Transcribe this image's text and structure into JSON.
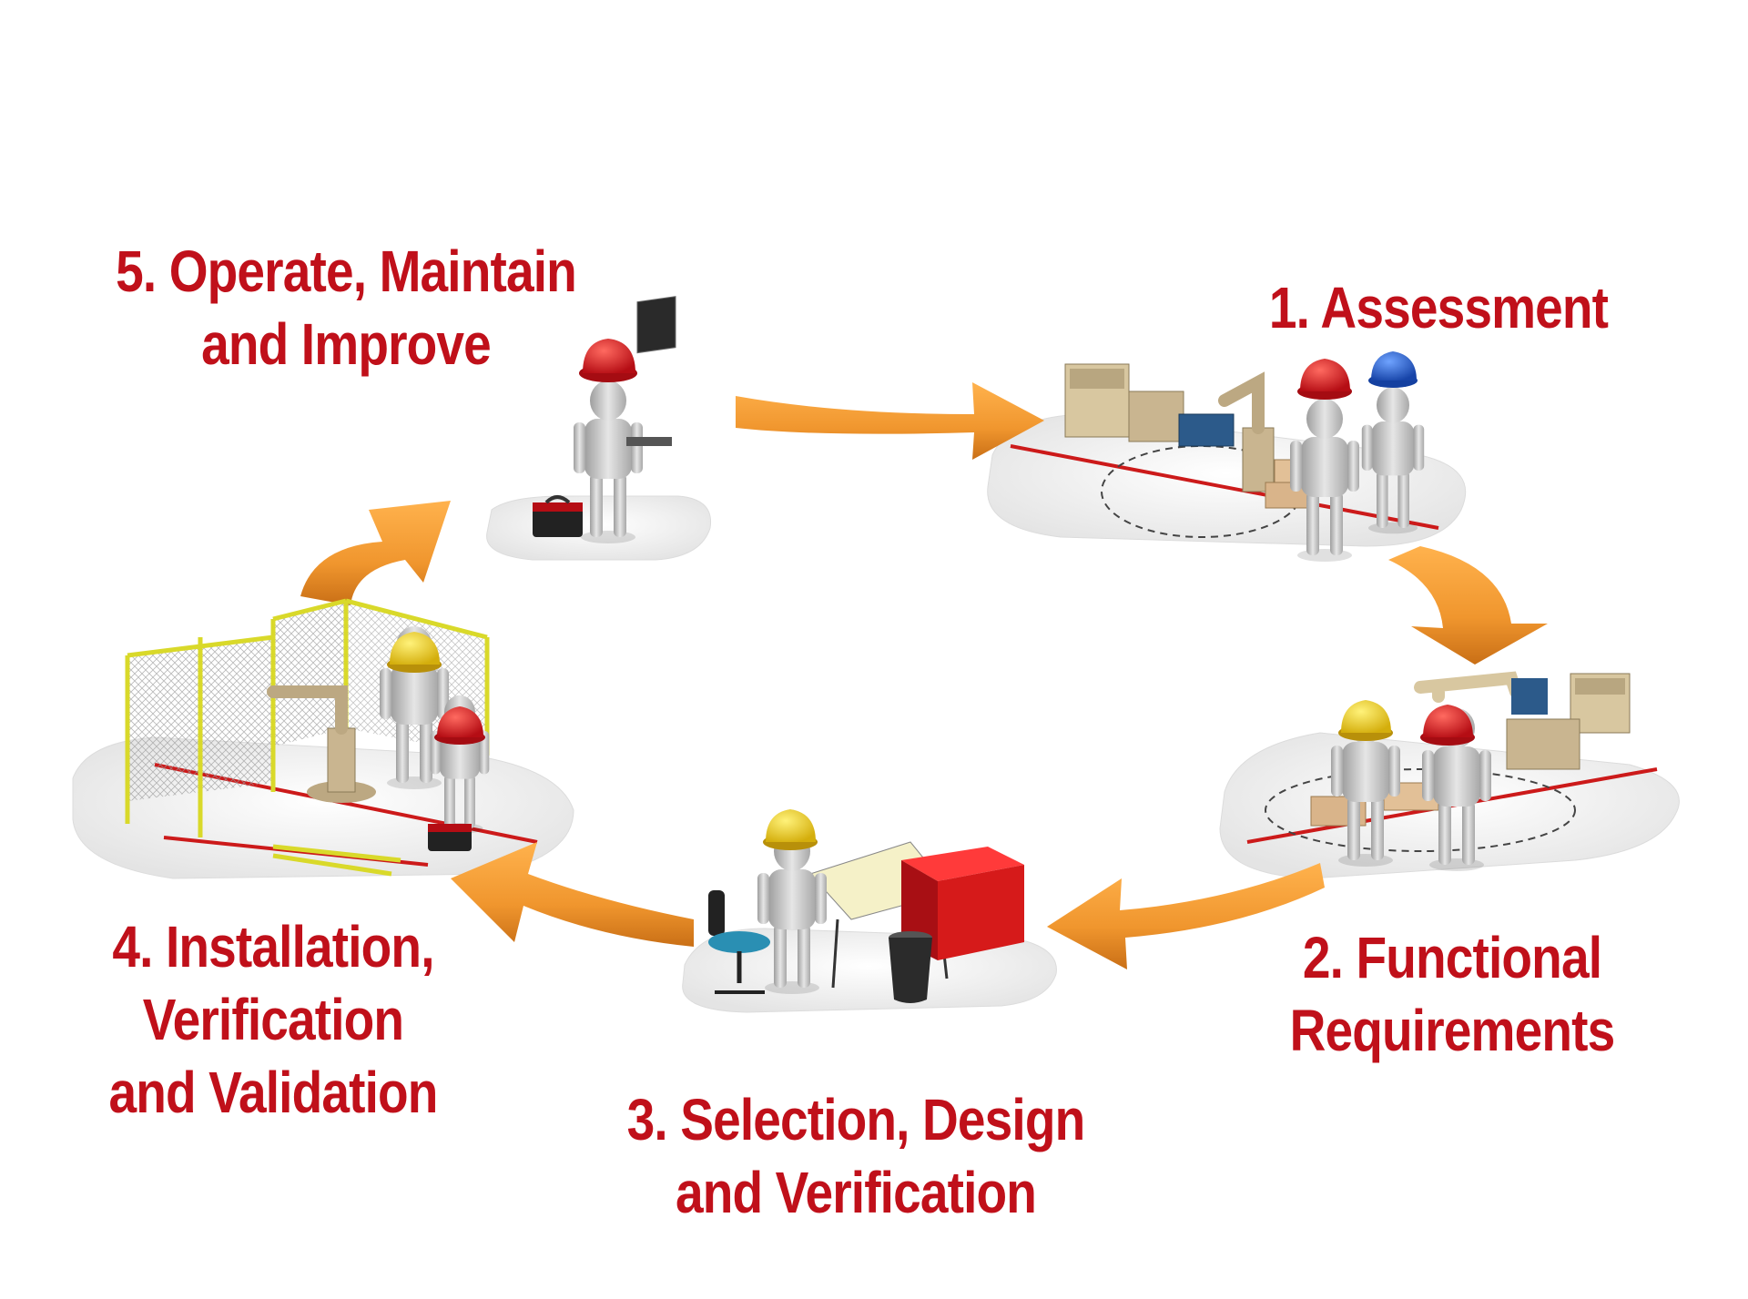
{
  "steps": {
    "step5": {
      "line1": "5. Operate, Maintain",
      "line2": "and Improve"
    },
    "step1": {
      "line1": "1. Assessment"
    },
    "step2": {
      "line1": "2. Functional",
      "line2": "Requirements"
    },
    "step3": {
      "line1": "3. Selection, Design",
      "line2": "and Verification"
    },
    "step4": {
      "line1": "4. Installation,",
      "line2": "Verification",
      "line3": "and Validation"
    }
  },
  "colors": {
    "label": "#c0101a",
    "arrow": "#f0962e",
    "arrow_shade": "#c96f16",
    "platform": "#f1f1f1",
    "floor_line": "#cc1a1a",
    "hardhat_red": "#d8121a",
    "hardhat_yellow": "#f2d21c",
    "hardhat_blue": "#1f5fd0",
    "figure": "#c9c9c9",
    "fence": "#d9d92a",
    "cabinet": "#d61a1a",
    "equipment": "#d8c7a0"
  },
  "icons": [
    "worker-figure-icon",
    "hardhat-icon",
    "laptop-icon",
    "toolbox-icon",
    "robot-arm-icon",
    "safety-fence-icon",
    "drafting-table-icon",
    "office-chair-icon",
    "filing-cabinet-icon",
    "waste-bin-icon"
  ]
}
